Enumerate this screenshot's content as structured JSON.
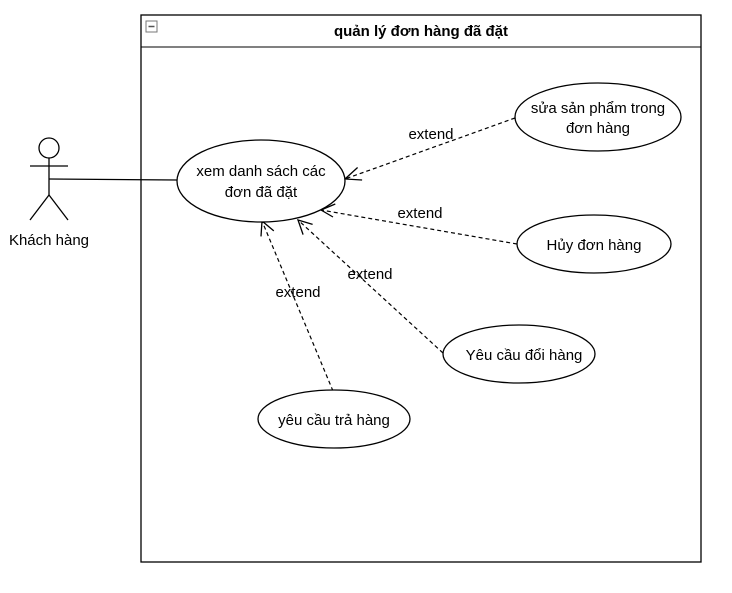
{
  "system": {
    "title": "quản lý đơn hàng đã đặt",
    "collapse_icon": "minus-box-icon"
  },
  "actor": {
    "name": "Khách hàng"
  },
  "use_cases": {
    "main": [
      "xem danh sách các",
      "đơn đã đặt"
    ],
    "edit": [
      "sửa sản phẩm trong",
      "đơn hàng"
    ],
    "cancel": [
      "Hủy đơn hàng"
    ],
    "exchange": [
      "Yêu cầu đổi hàng"
    ],
    "return": [
      "yêu cầu trả hàng"
    ]
  },
  "relations": {
    "edit_label": "extend",
    "cancel_label": "extend",
    "exchange_label": "extend",
    "return_label": "extend"
  }
}
